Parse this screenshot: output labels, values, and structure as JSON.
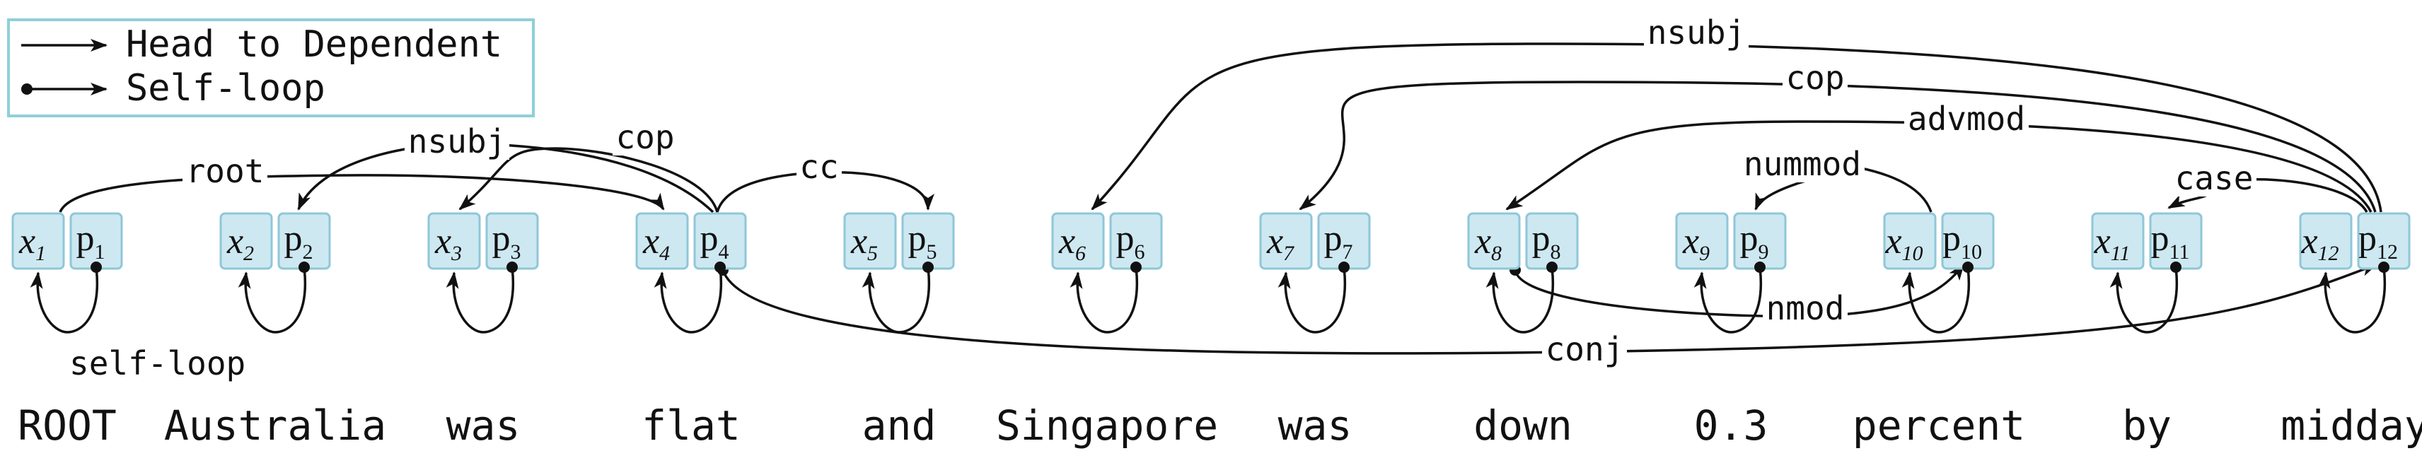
{
  "legend": {
    "head_to_dependent": "Head to Dependent",
    "self_loop": "Self-loop"
  },
  "self_loop_label": "self-loop",
  "nodes": [
    {
      "word": "ROOT",
      "x_sub": "1",
      "p_sub": "1"
    },
    {
      "word": "Australia",
      "x_sub": "2",
      "p_sub": "2"
    },
    {
      "word": "was",
      "x_sub": "3",
      "p_sub": "3"
    },
    {
      "word": "flat",
      "x_sub": "4",
      "p_sub": "4"
    },
    {
      "word": "and",
      "x_sub": "5",
      "p_sub": "5"
    },
    {
      "word": "Singapore",
      "x_sub": "6",
      "p_sub": "6"
    },
    {
      "word": "was",
      "x_sub": "7",
      "p_sub": "7"
    },
    {
      "word": "down",
      "x_sub": "8",
      "p_sub": "8"
    },
    {
      "word": "0.3",
      "x_sub": "9",
      "p_sub": "9"
    },
    {
      "word": "percent",
      "x_sub": "10",
      "p_sub": "10"
    },
    {
      "word": "by",
      "x_sub": "11",
      "p_sub": "11"
    },
    {
      "word": "midday",
      "x_sub": "12",
      "p_sub": "12"
    }
  ],
  "box_letters": {
    "x": "x",
    "p": "p"
  },
  "arcs": [
    {
      "label": "root",
      "head": 1,
      "dependent": 4
    },
    {
      "label": "nsubj",
      "head": 4,
      "dependent": 2
    },
    {
      "label": "cop",
      "head": 4,
      "dependent": 3
    },
    {
      "label": "cc",
      "head": 4,
      "dependent": 5
    },
    {
      "label": "nsubj",
      "head": 12,
      "dependent": 6
    },
    {
      "label": "cop",
      "head": 12,
      "dependent": 7
    },
    {
      "label": "advmod",
      "head": 12,
      "dependent": 8
    },
    {
      "label": "nummod",
      "head": 10,
      "dependent": 9
    },
    {
      "label": "case",
      "head": 12,
      "dependent": 11
    },
    {
      "label": "nmod",
      "head": 8,
      "dependent": 10
    },
    {
      "label": "conj",
      "head": 4,
      "dependent": 12
    }
  ],
  "colors": {
    "box_fill": "#cde8f1",
    "box_stroke": "#8fc7d8",
    "legend_border": "#8fcfd9",
    "line": "#111111"
  }
}
